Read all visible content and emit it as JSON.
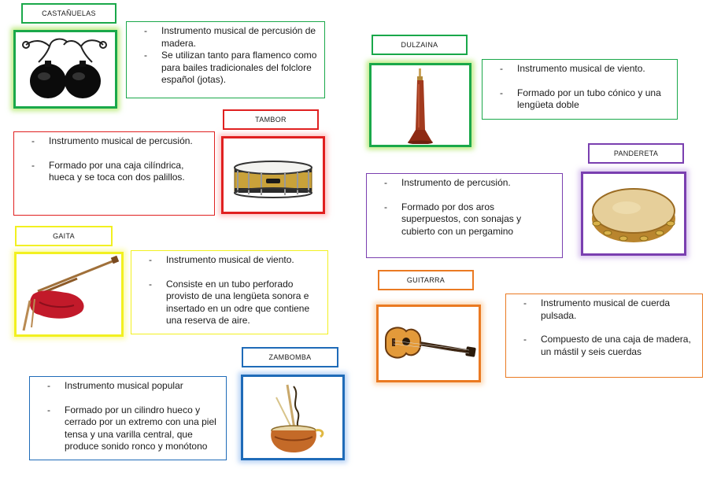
{
  "instruments": {
    "castanuelas": {
      "name": "CASTAÑUELAS",
      "desc": [
        "Instrumento musical de percusión de madera.",
        "Se utilizan tanto para flamenco como para bailes tradicionales del folclore español (jotas)."
      ],
      "color": "#1aa84a"
    },
    "dulzaina": {
      "name": "DULZAINA",
      "desc": [
        "Instrumento musical de viento.",
        "Formado por un tubo cónico y  una lengüeta doble"
      ],
      "color": "#1aa84a"
    },
    "tambor": {
      "name": "TAMBOR",
      "desc": [
        "Instrumento musical de percusión.",
        "Formado por una caja cilíndrica, hueca y se toca con dos palillos."
      ],
      "color": "#e02020"
    },
    "pandereta": {
      "name": "PANDERETA",
      "desc": [
        "Instrumento de percusión.",
        "Formado por  dos aros superpuestos, con sonajas y cubierto con un pergamino"
      ],
      "color": "#7a3fb0"
    },
    "gaita": {
      "name": "GAITA",
      "desc": [
        "Instrumento musical de viento.",
        "Consiste en un tubo perforado provisto de una lengüeta sonora e insertado en un odre que contiene una reserva de aire."
      ],
      "color": "#f2f020"
    },
    "guitarra": {
      "name": "GUITARRA",
      "desc": [
        "Instrumento musical de cuerda pulsada.",
        "Compuesto de una caja de madera, un mástil y seis cuerdas"
      ],
      "color": "#ea7a22"
    },
    "zambomba": {
      "name": "ZAMBOMBA",
      "desc": [
        "Instrumento musical popular",
        "Formado por un cilindro hueco y cerrado por un extremo con una piel tensa y una varilla central, que produce sonido ronco y monótono"
      ],
      "color": "#1f6bb8"
    }
  }
}
